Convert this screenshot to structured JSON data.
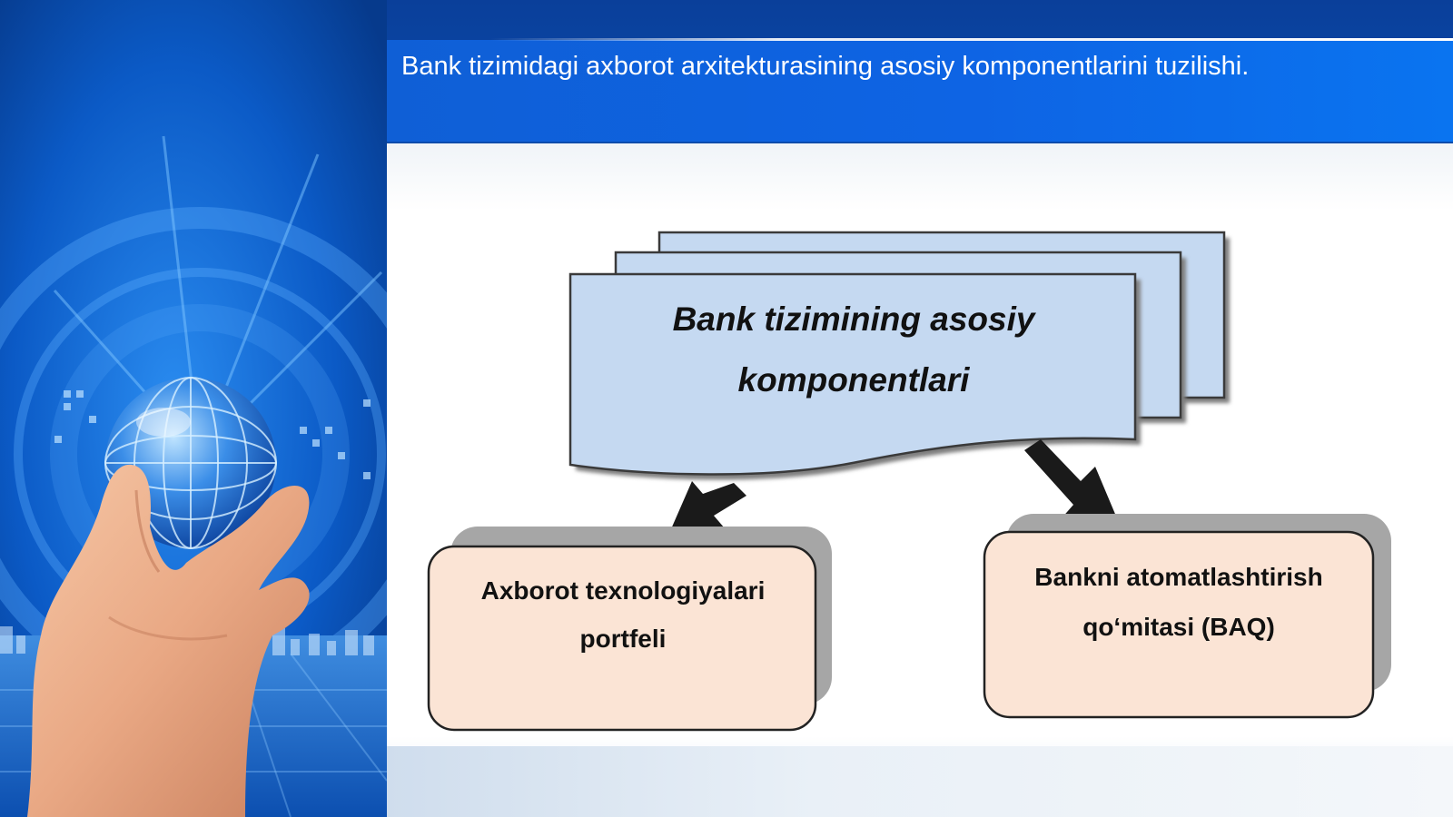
{
  "slide": {
    "title": "Bank tizimidagi axborot arxitekturasining asosiy komponentlarini tuzilishi."
  },
  "diagram": {
    "root": {
      "line1": "Bank tizimining asosiy",
      "line2": "komponentlari"
    },
    "children": [
      {
        "line1": "Axborot texnologiyalari",
        "line2": "portfeli"
      },
      {
        "line1": "Bankni atomatlashtirish",
        "line2": "qo‘mitasi (BAQ)"
      }
    ]
  },
  "colors": {
    "title_band": "#0e64e4",
    "root_fill": "#c5d9f1",
    "child_fill": "#fbe4d5",
    "shadow": "#8c8c8c",
    "arrow": "#1a1a1a"
  },
  "icons": [
    "globe-icon",
    "hand-illustration"
  ]
}
